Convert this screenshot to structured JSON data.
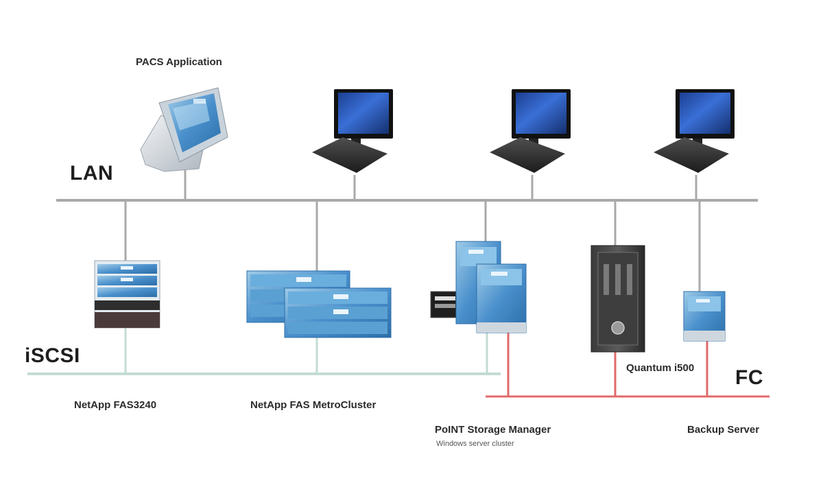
{
  "labels": {
    "pacs_application": "PACS Application",
    "lan": "LAN",
    "iscsi": "iSCSI",
    "fc": "FC",
    "netapp_fas3240": "NetApp FAS3240",
    "netapp_metrocluster": "NetApp FAS MetroCluster",
    "pacs_storage_manager": "PoINT Storage Manager",
    "pacs_storage_sub": "Windows server cluster",
    "quantum": "Quantum i500",
    "backup_server": "Backup Server"
  },
  "colors": {
    "lan_line": "#a9a9a9",
    "iscsi_line": "#c3dcd2",
    "fc_line": "#e06a6a",
    "device_blue": "#3f86c6",
    "device_dark": "#2e2e2e"
  }
}
